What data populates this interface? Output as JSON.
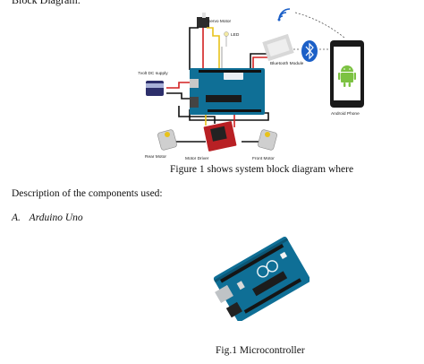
{
  "document": {
    "heading": "Block Diagram:",
    "figure1_caption": "Figure 1 shows system block diagram where",
    "description": "Description of the components used:",
    "section": {
      "number": "A.",
      "title": "Arduino Uno"
    },
    "figure2_caption": "Fig.1 Microcontroller"
  },
  "diagram_labels": {
    "servo_motor": "Servo Motor",
    "led": "LED",
    "battery": "7volt DC supply",
    "bluetooth_module": "Bluetooth Module",
    "android_phone": "Android Phone",
    "rear_motor": "Rear Motor",
    "motor_driver": "Motor Driver",
    "front_motor": "Front Motor"
  },
  "colors": {
    "board_blue": "#0f6f96",
    "wire_black": "#111111",
    "wire_red": "#d22020",
    "wire_yellow": "#e8c21a",
    "bluetooth_blue": "#1b5fc7",
    "android_green": "#7cc242",
    "driver_red": "#b82024"
  }
}
